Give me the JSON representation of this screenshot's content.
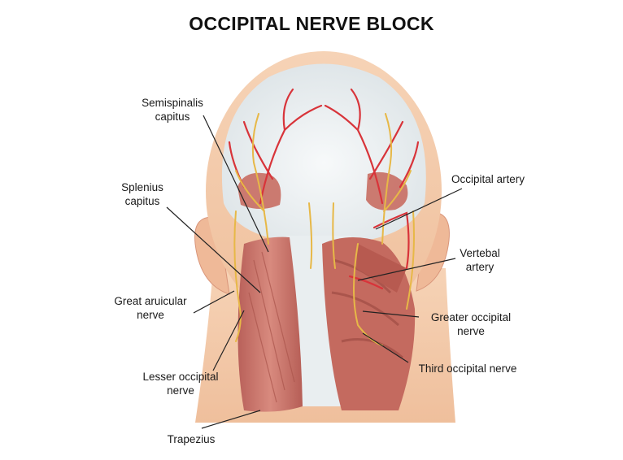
{
  "title": "OCCIPITAL NERVE BLOCK",
  "labels": {
    "semispinalis": [
      "Semispinalis",
      "capitus"
    ],
    "splenius": [
      "Splenius",
      "capitus"
    ],
    "great_auricular": [
      "Great aruicular",
      "nerve"
    ],
    "lesser_occipital": [
      "Lesser occipital",
      "nerve"
    ],
    "trapezius": [
      "Trapezius"
    ],
    "occipital_artery": [
      "Occipital artery"
    ],
    "vertebral_artery": [
      "Vertebal",
      "artery"
    ],
    "greater_occipital": [
      "Greater occipital",
      "nerve"
    ],
    "third_occipital": [
      "Third occipital nerve"
    ]
  },
  "colors": {
    "skin": "#f3c9a8",
    "scalp": "#eef2f3",
    "muscle": "#c9756a",
    "muscle_dark": "#a9544c",
    "artery": "#d8343a",
    "nerve": "#e7b847",
    "leader": "#222222"
  }
}
